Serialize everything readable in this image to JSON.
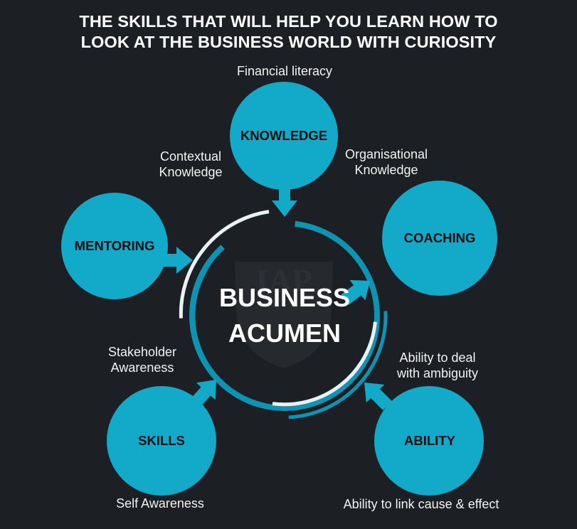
{
  "title": {
    "line1": "THE SKILLS THAT WILL HELP YOU LEARN HOW TO",
    "line2": "LOOK AT THE BUSINESS WORLD WITH CURIOSITY"
  },
  "center": {
    "line1": "BUSINESS",
    "line2": "ACUMEN"
  },
  "watermark": "IAP",
  "nodes": {
    "knowledge": "KNOWLEDGE",
    "coaching": "COACHING",
    "mentoring": "MENTORING",
    "skills": "SKILLS",
    "ability": "ABILITY"
  },
  "labels": {
    "financial_literacy": "Financial literacy",
    "contextual_1": "Contextual",
    "contextual_2": "Knowledge",
    "organisational_1": "Organisational",
    "organisational_2": "Knowledge",
    "stakeholder_1": "Stakeholder",
    "stakeholder_2": "Awareness",
    "ambiguity_1": "Ability to deal",
    "ambiguity_2": "with ambiguity",
    "self_awareness": "Self Awareness",
    "cause_effect": "Ability to link cause & effect"
  },
  "colors": {
    "background": "#1c1f23",
    "node_fill": "#13a9c9",
    "ring_dark": "#0e93b2",
    "ring_light": "#e6f2f4",
    "text": "#ffffff",
    "node_text": "#111111"
  }
}
